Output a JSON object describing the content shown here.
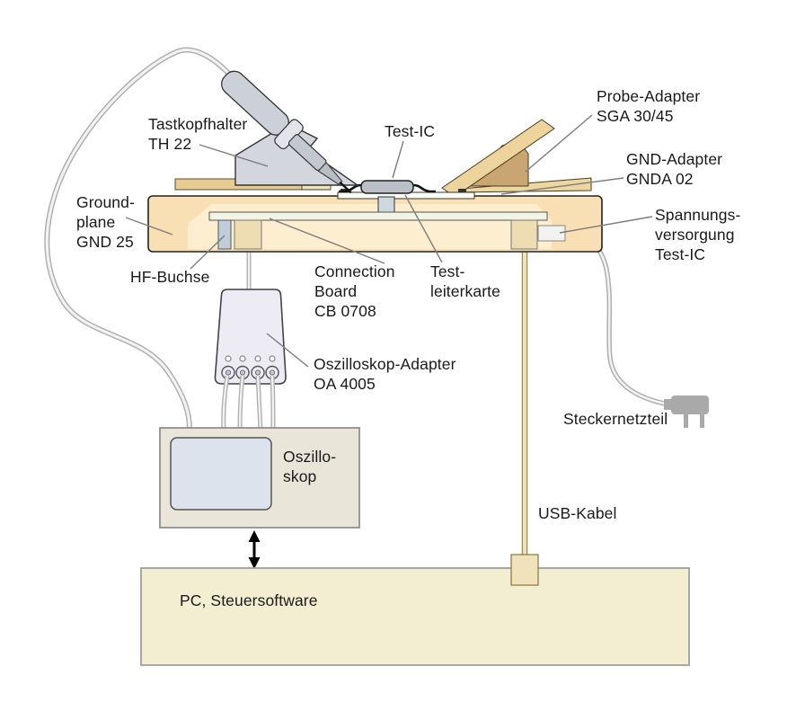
{
  "diagram": {
    "type": "technical-setup-diagram",
    "language": "de"
  },
  "labels": {
    "tastkopfhalter": [
      "Tastkopfhalter",
      "TH 22"
    ],
    "test_ic": [
      "Test-IC"
    ],
    "probe_adapter": [
      "Probe-Adapter",
      "SGA 30/45"
    ],
    "gnd_adapter": [
      "GND-Adapter",
      "GNDA 02"
    ],
    "ground_plane": [
      "Ground-",
      "plane",
      "GND 25"
    ],
    "hf_buchse": [
      "HF-Buchse"
    ],
    "spannungsversorgung": [
      "Spannungs-",
      "versorgung",
      "Test-IC"
    ],
    "connection_board": [
      "Connection",
      "Board",
      "CB 0708"
    ],
    "testleiterkarte": [
      "Test-",
      "leiterkarte"
    ],
    "oszilloskop_adapter": [
      "Oszilloskop-Adapter",
      "OA 4005"
    ],
    "steckernetzteil": [
      "Steckernetzteil"
    ],
    "oszilloskop": [
      "Oszillo-",
      "skop"
    ],
    "usb_kabel": [
      "USB-Kabel"
    ],
    "pc": [
      "PC, Steuersoftware"
    ]
  },
  "colors": {
    "background": "#ffffff",
    "groundplane_fill": "#f8dfb4",
    "groundplane_highlight": "#fdeed0",
    "wood_strip": "#e6cc92",
    "wood_step": "#f3e3b8",
    "adapter_board": "#ecd49c",
    "gnd_plate": "#ecd7a0",
    "wedge_brown": "#c9a571",
    "ic_gray": "#b9bfc4",
    "probe_gray": "#ccd0d8",
    "probe_collar": "#e2e4ea",
    "probe_shaft": "#c3c7cf",
    "holder_gray": "#d4d6dd",
    "hf_socket_blue": "#c2cddc",
    "pillar_blue": "#ccd9de",
    "connection_board_fill": "#f2f4e6",
    "tan_block": "#eedcb2",
    "scope_body": "#e9e6d9",
    "scope_screen": "#dce3ec",
    "adapter_lavender": "#edebf4",
    "pc_fill": "#f3edd2",
    "usb_cable_core": "#efe2ba",
    "usb_cable_edge": "#9d8a58",
    "cable_edge": "#b0b0b0",
    "cable_core": "#f3f3f3",
    "plug_gray": "#a9a9a9",
    "leader_line": "#7d7d7d",
    "ic_board_white": "#fbfbf5",
    "connector_white": "#f2f2ef"
  }
}
